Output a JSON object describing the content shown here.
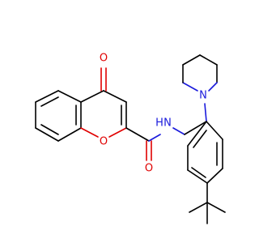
{
  "colors": {
    "carbon": "#000000",
    "oxygen": "#e00000",
    "nitrogen": "#1a1adc",
    "background": "#ffffff"
  },
  "atoms": {
    "ketone_oxygen": "O",
    "ring_oxygen": "O",
    "amide_oxygen": "O",
    "amide_nitrogen": "N",
    "amide_hydrogen": "H",
    "piperidine_nitrogen": "N"
  }
}
